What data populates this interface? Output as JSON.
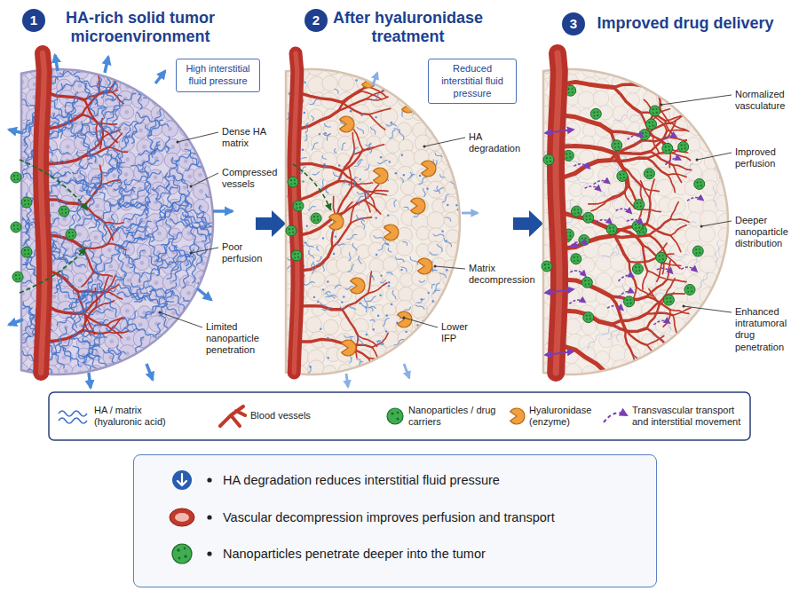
{
  "diagram": {
    "nodes": [
      {
        "text": [
          "1"
        ]
      },
      {
        "text": [
          "High interstitial fluid pressure"
        ]
      },
      {
        "text": [
          "2"
        ]
      },
      {
        "text": [
          "Reduced interstitial fluid pressure"
        ]
      },
      {
        "text": [
          "3"
        ]
      },
      {
        "text": [
          "HA degradation reduces interstitial fluid pressure",
          "Vascular decompression improves perfusion and transport",
          "Nanoparticles penetrate deeper into the tumor"
        ]
      }
    ],
    "labels": [
      "HA-rich solid tumor microenvironment",
      "After hyaluronidase treatment",
      "Improved drug delivery",
      "Dense HA matrix",
      "Compressed vessels",
      "Poor perfusion",
      "Limited nanoparticle penetration",
      "HA degradation",
      "Matrix decompression",
      "Lower IFP",
      "Normalized vasculature",
      "Improved perfusion",
      "Deeper nanoparticle distribution",
      "Enhanced intratumoral drug penetration"
    ],
    "legend": [
      {
        "text": "HA / matrix (hyaluronic acid)"
      },
      {
        "text": "Blood vessels"
      },
      {
        "text": "Nanoparticles / drug carriers"
      },
      {
        "text": "Hyaluronidase (enzyme)"
      },
      {
        "text": "Transvascular transport and interstitial movement"
      }
    ]
  }
}
